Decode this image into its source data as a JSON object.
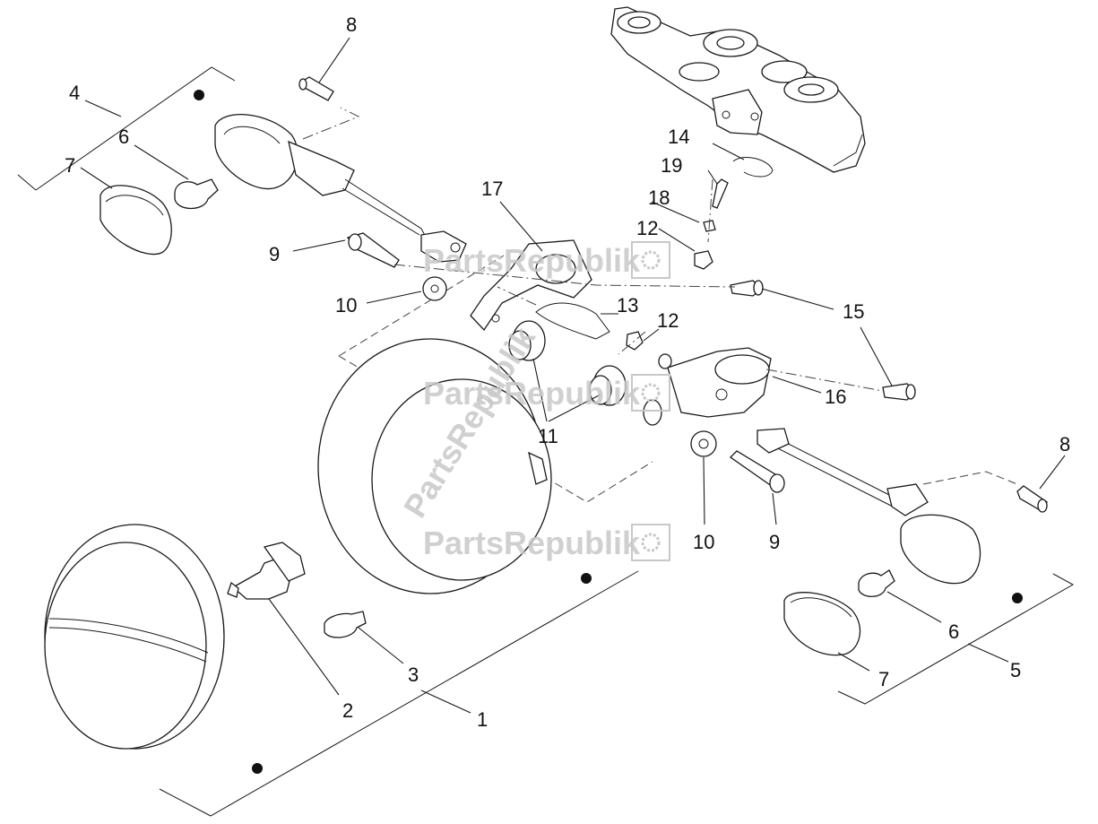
{
  "watermark": "PartsRepublik",
  "callouts": [
    {
      "id": "c1",
      "label": "1"
    },
    {
      "id": "c2",
      "label": "2"
    },
    {
      "id": "c3",
      "label": "3"
    },
    {
      "id": "c4",
      "label": "4"
    },
    {
      "id": "c5",
      "label": "5"
    },
    {
      "id": "c6a",
      "label": "6"
    },
    {
      "id": "c6b",
      "label": "6"
    },
    {
      "id": "c7a",
      "label": "7"
    },
    {
      "id": "c7b",
      "label": "7"
    },
    {
      "id": "c8a",
      "label": "8"
    },
    {
      "id": "c8b",
      "label": "8"
    },
    {
      "id": "c9a",
      "label": "9"
    },
    {
      "id": "c9b",
      "label": "9"
    },
    {
      "id": "c10a",
      "label": "10"
    },
    {
      "id": "c10b",
      "label": "10"
    },
    {
      "id": "c11",
      "label": "11"
    },
    {
      "id": "c12a",
      "label": "12"
    },
    {
      "id": "c12b",
      "label": "12"
    },
    {
      "id": "c13",
      "label": "13"
    },
    {
      "id": "c14",
      "label": "14"
    },
    {
      "id": "c15",
      "label": "15"
    },
    {
      "id": "c16",
      "label": "16"
    },
    {
      "id": "c17",
      "label": "17"
    },
    {
      "id": "c18",
      "label": "18"
    },
    {
      "id": "c19",
      "label": "19"
    }
  ],
  "icons": [
    "gear-icon"
  ]
}
